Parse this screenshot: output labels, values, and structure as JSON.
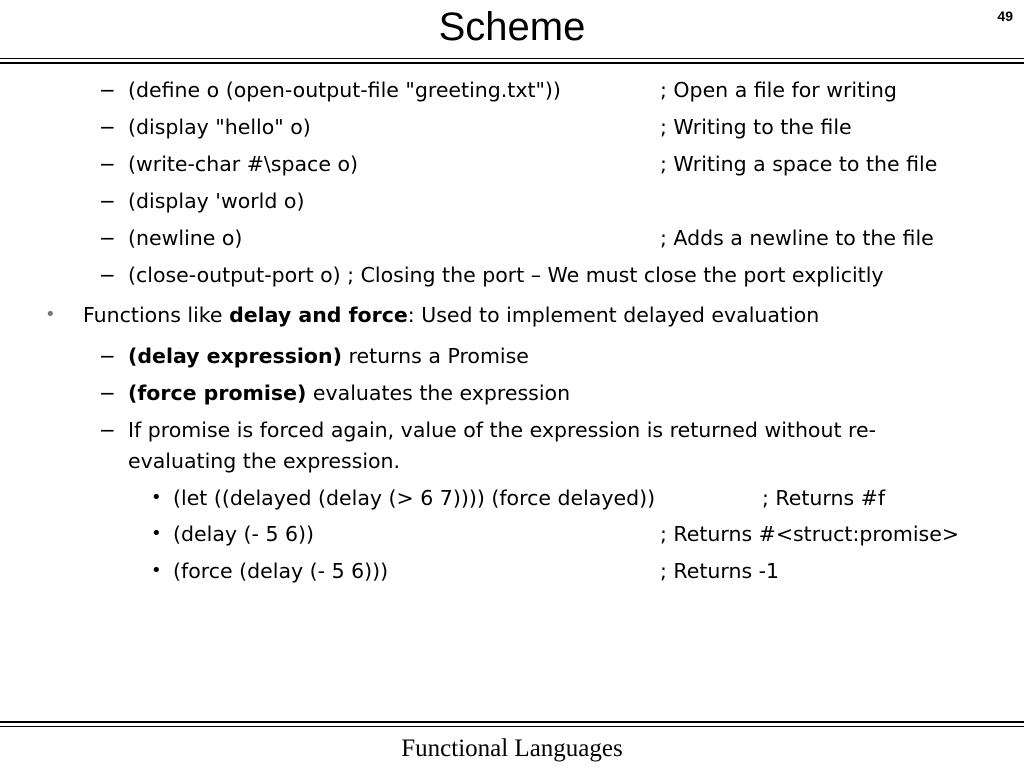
{
  "slide": {
    "title": "Scheme",
    "number": "49",
    "footer": "Functional Languages"
  },
  "items": {
    "open_code": "(define o (open-output-file \"greeting.txt\"))",
    "open_comment": "; Open a file for writing",
    "display_hello_code": "(display \"hello\" o)",
    "display_hello_comment": "; Writing to the file",
    "write_char_code": "(write-char #\\space o)",
    "write_char_comment": "; Writing a space to the file",
    "display_world_code": "(display 'world o)",
    "newline_code": "(newline o)",
    "newline_comment": "; Adds a newline to the file",
    "close_port_line": "(close-output-port o) ; Closing the port – We must close the port explicitly",
    "delay_force_prefix": "Functions like ",
    "delay_force_bold": "delay and force",
    "delay_force_rest": ": Used to implement delayed evaluation",
    "delay_expr_bold": "(delay expression)",
    "delay_expr_rest": " returns a Promise",
    "force_promise_bold": "(force promise)",
    "force_promise_rest": " evaluates the expression",
    "forced_again_line1": "If promise is forced again, value of the expression is returned without re-",
    "forced_again_line2": "evaluating the expression.",
    "ex1_code": "(let ((delayed (delay (> 6  7)))) (force delayed))",
    "ex1_comment": "; Returns #f",
    "ex2_code": "(delay (- 5 6))",
    "ex2_comment": "; Returns #<struct:promise>",
    "ex3_code": "(force (delay (- 5 6)))",
    "ex3_comment": "; Returns -1"
  },
  "markers": {
    "dash": "−",
    "bullet": "•"
  }
}
